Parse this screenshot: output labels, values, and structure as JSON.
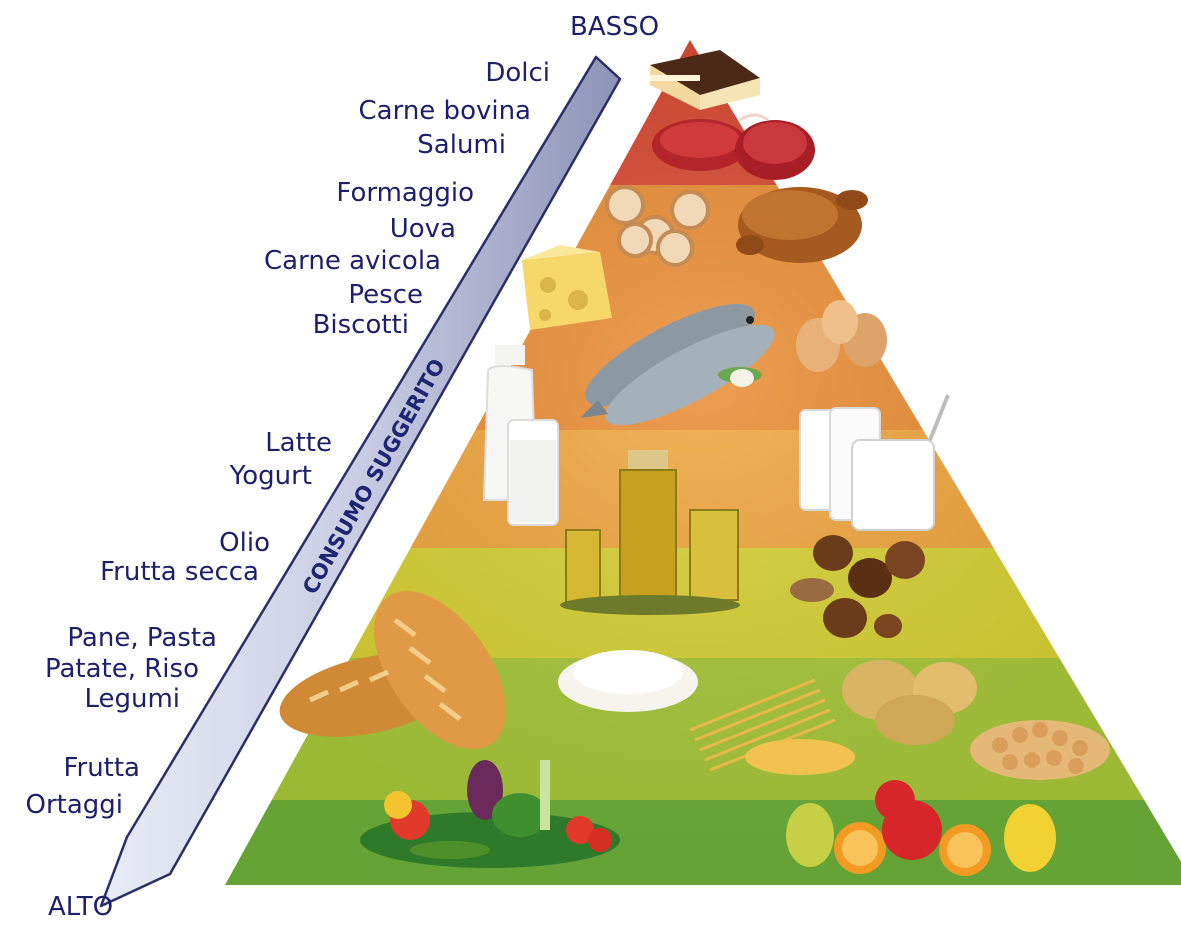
{
  "pyramid": {
    "top_label": "BASSO",
    "bottom_label": "ALTO",
    "arrow_label": "CONSUMO SUGGERITO",
    "levels": [
      {
        "color": "#d8452c",
        "foods": [
          "Dolci",
          "Carne bovina",
          "Salumi"
        ]
      },
      {
        "color": "#ea8a2e",
        "foods": [
          "Formaggio",
          "Uova",
          "Carne avicola",
          "Pesce",
          "Biscotti"
        ]
      },
      {
        "color": "#f1a53a",
        "foods": [
          "Latte",
          "Yogurt"
        ]
      },
      {
        "color": "#d9d232",
        "foods": [
          "Olio",
          "Frutta secca"
        ]
      },
      {
        "color": "#a9c93a",
        "foods": [
          "Pane, Pasta",
          "Patate, Riso",
          "Legumi"
        ]
      },
      {
        "color": "#6eb13a",
        "foods": [
          "Frutta",
          "Ortaggi"
        ]
      }
    ]
  }
}
